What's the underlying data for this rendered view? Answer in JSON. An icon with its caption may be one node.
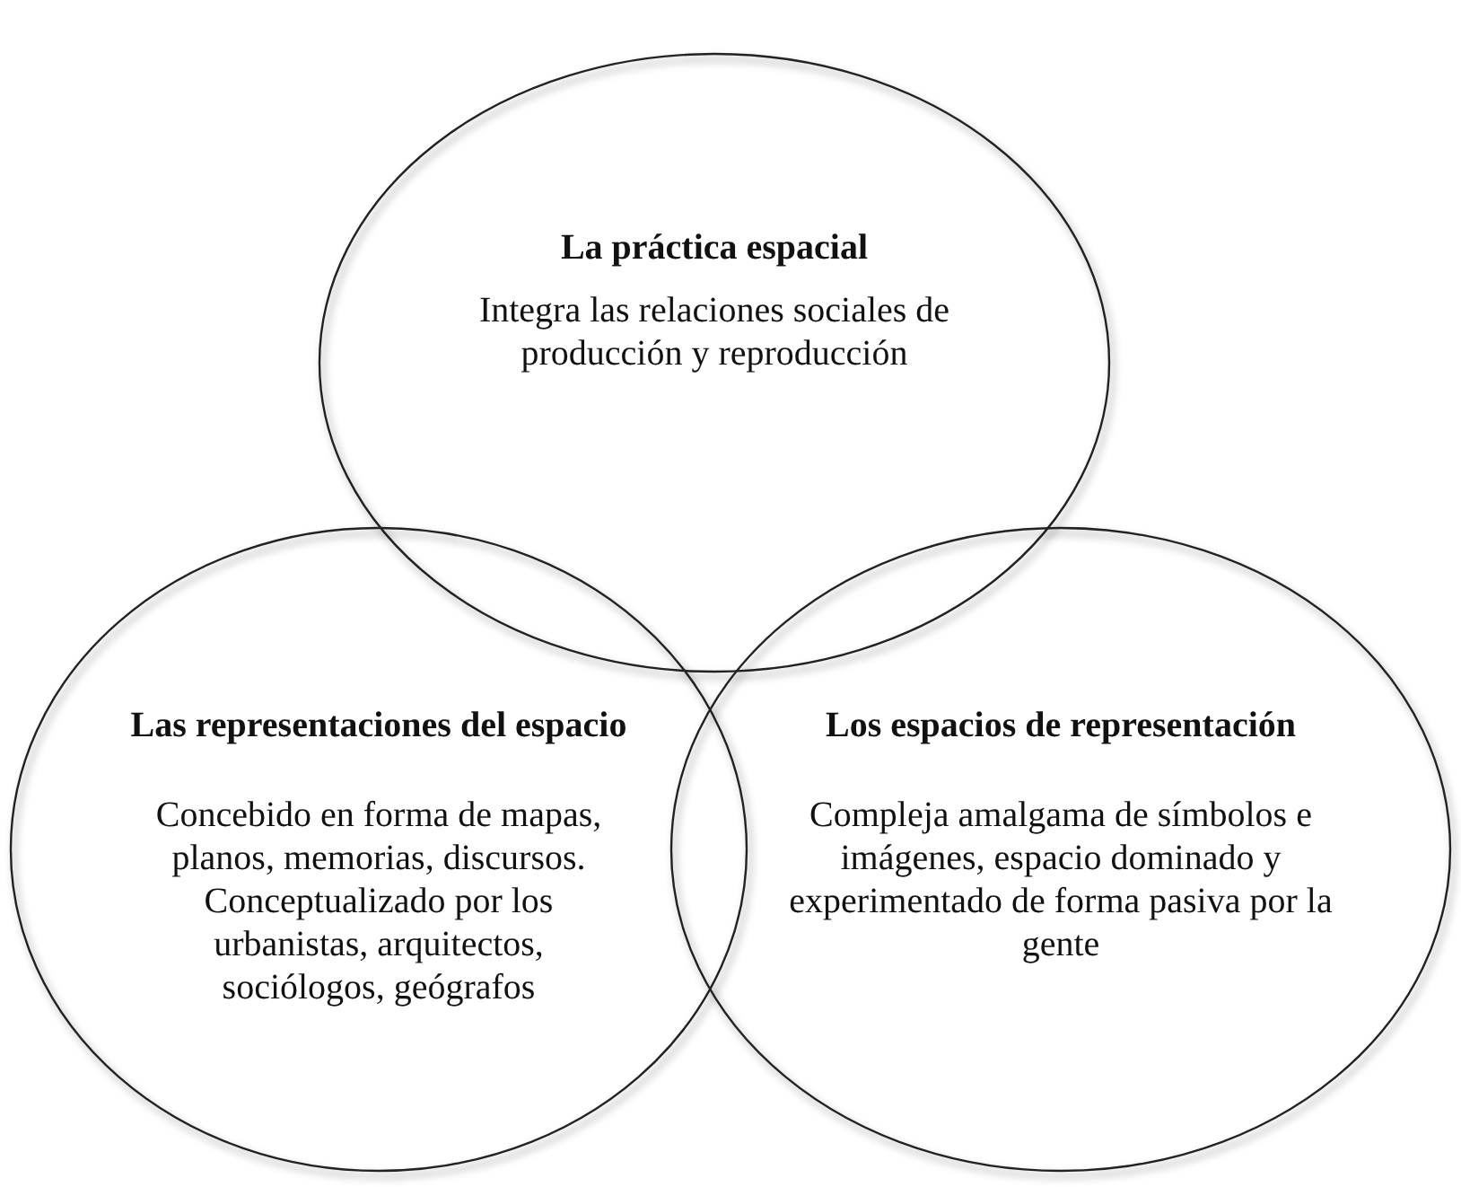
{
  "diagram": {
    "nodes": [
      {
        "text": [
          "La práctica espacial",
          "Integra las relaciones sociales de producción y reproducción"
        ]
      },
      {
        "text": [
          "Las representaciones del espacio",
          "Concebido en forma de mapas, planos, memorias, discursos. Conceptualizado por los urbanistas, arquitectos, sociólogos, geógrafos"
        ]
      },
      {
        "text": [
          "Los espacios de representación",
          "Compleja amalgama de símbolos e imágenes, espacio dominado y experimentado de forma pasiva por la gente"
        ]
      }
    ]
  }
}
